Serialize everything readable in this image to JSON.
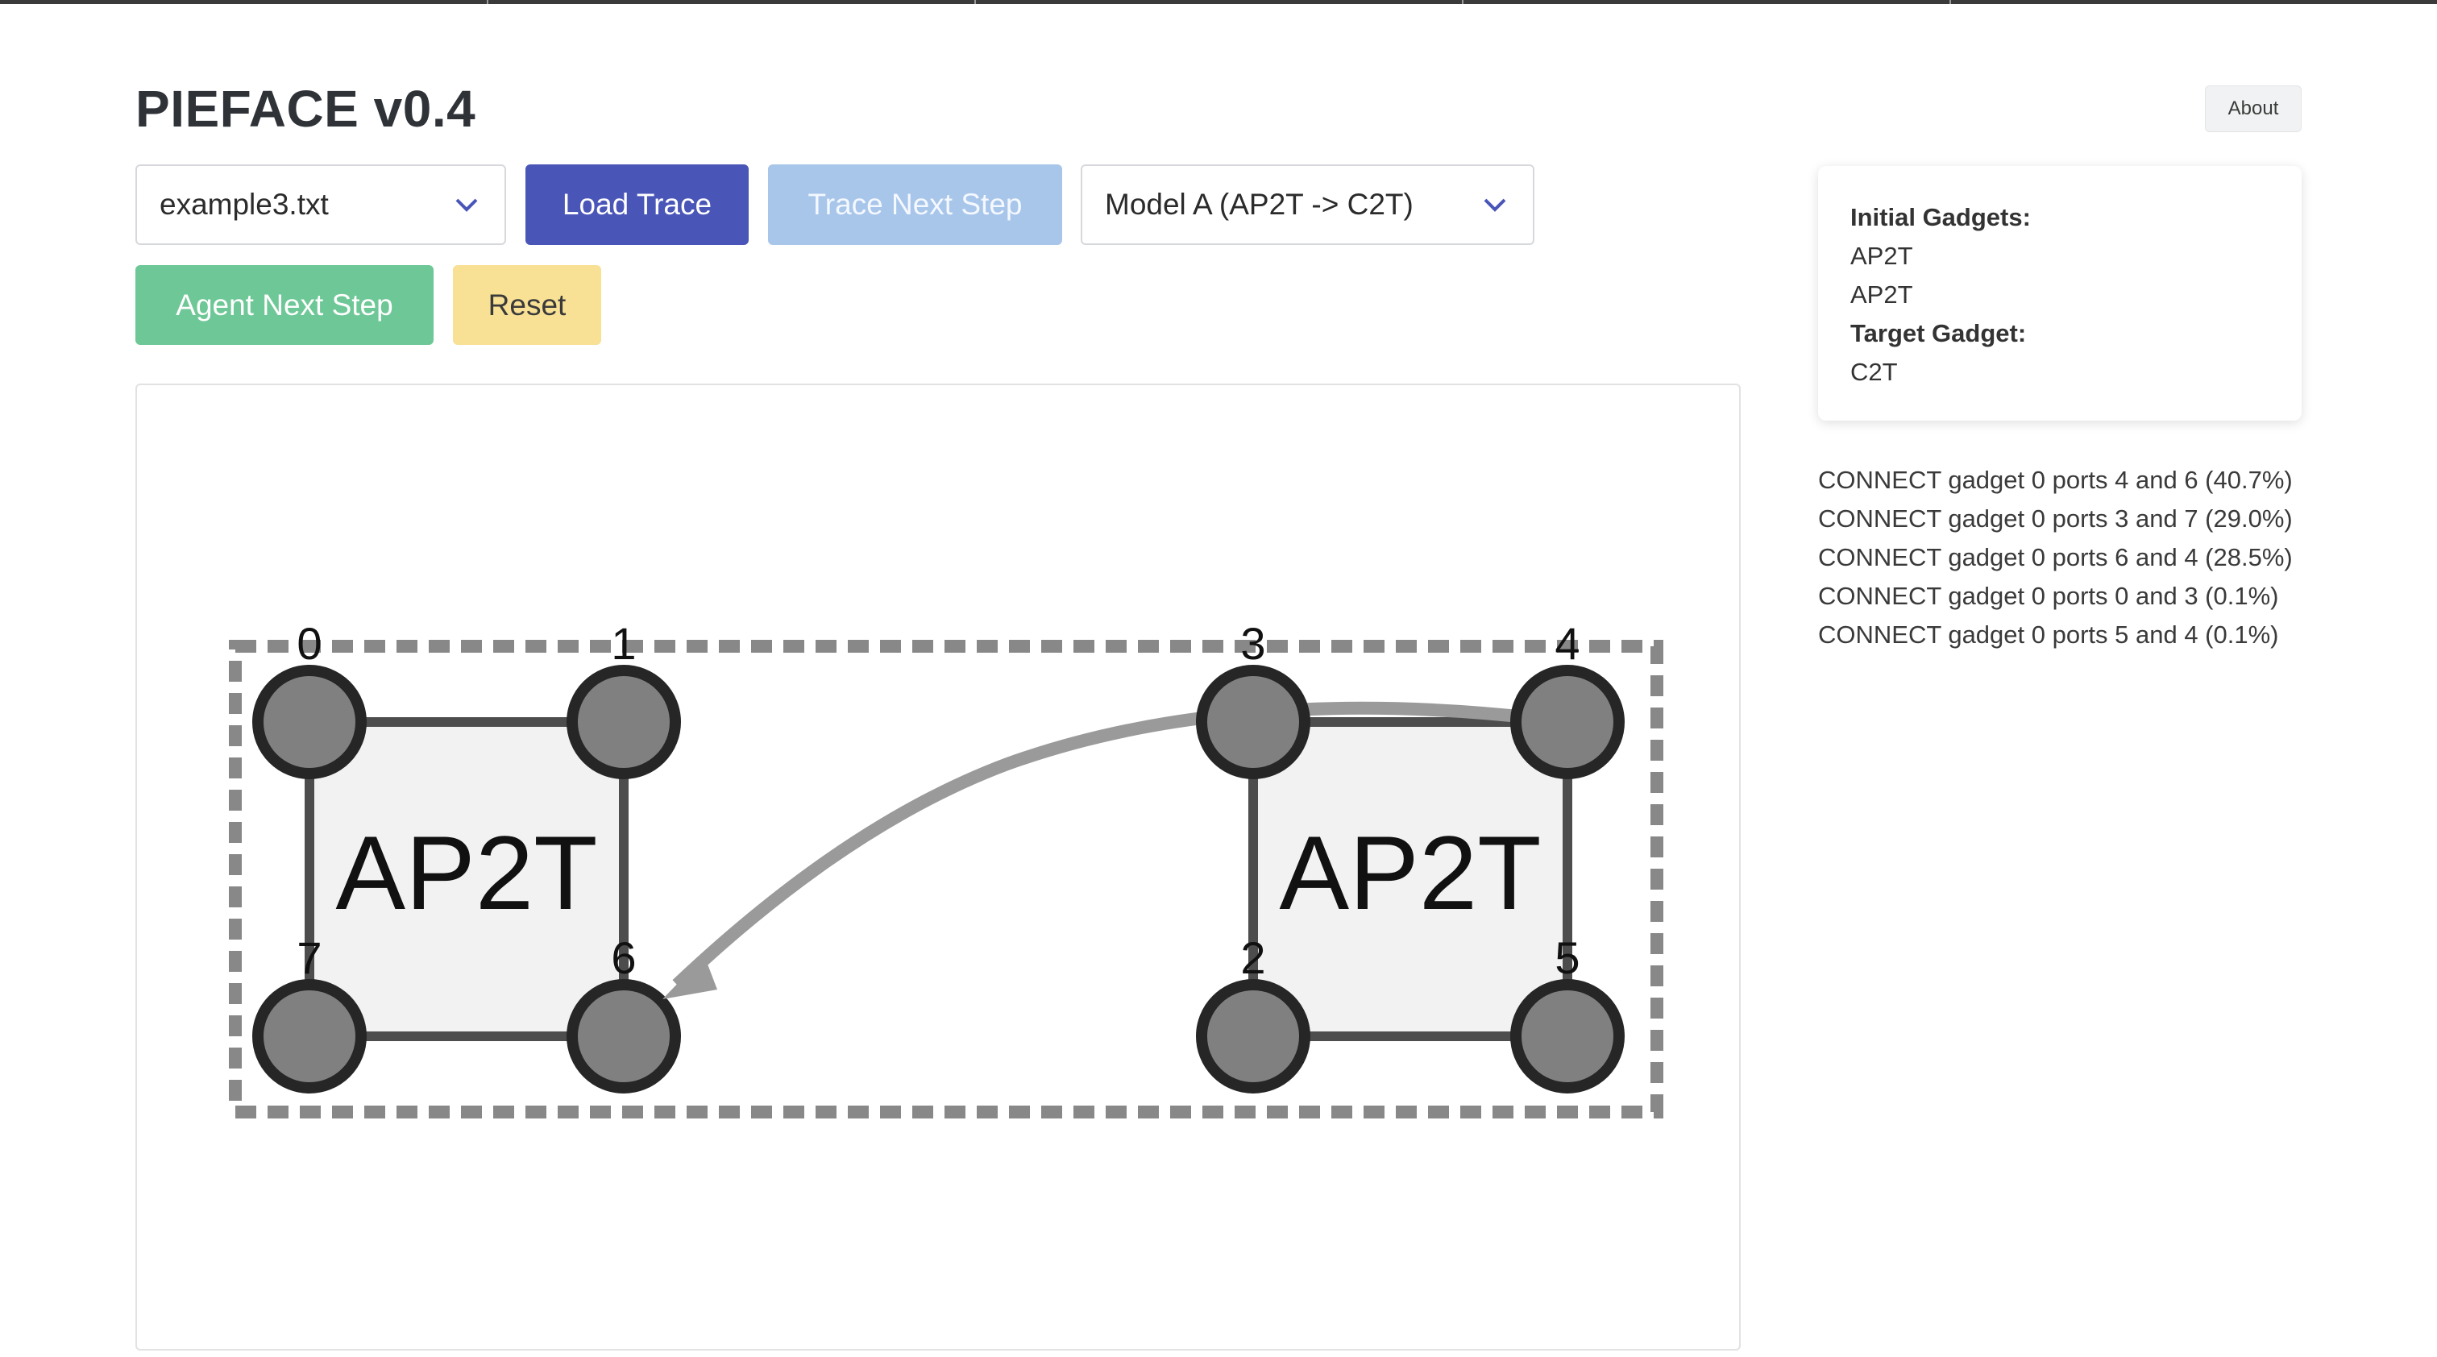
{
  "app": {
    "title": "PIEFACE v0.4",
    "about_label": "About"
  },
  "toolbar": {
    "file_select_value": "example3.txt",
    "load_trace_label": "Load Trace",
    "trace_next_step_label": "Trace Next Step",
    "model_select_value": "Model A (AP2T -> C2T)",
    "agent_next_step_label": "Agent Next Step",
    "reset_label": "Reset"
  },
  "gadgets_panel": {
    "initial_label": "Initial Gadgets:",
    "initial_gadgets": [
      "AP2T",
      "AP2T"
    ],
    "target_label": "Target Gadget:",
    "target_gadget": "C2T"
  },
  "suggested_moves": [
    "CONNECT gadget 0 ports 4 and 6 (40.7%)",
    "CONNECT gadget 0 ports 3 and 7 (29.0%)",
    "CONNECT gadget 0 ports 6 and 4 (28.5%)",
    "CONNECT gadget 0 ports 0 and 3 (0.1%)",
    "CONNECT gadget 0 ports 5 and 4 (0.1%)"
  ],
  "diagram": {
    "gadgets": [
      {
        "label": "AP2T",
        "ports": [
          "0",
          "1",
          "6",
          "7"
        ]
      },
      {
        "label": "AP2T",
        "ports": [
          "3",
          "4",
          "5",
          "2"
        ]
      }
    ],
    "arrow": {
      "from_port": "4",
      "to_port": "6"
    },
    "colors": {
      "node_fill": "#808080",
      "node_stroke": "#262626",
      "edge": "#4d4d4d",
      "gadget_fill": "#f2f2f2",
      "arrow": "#9a9a9a",
      "group_border": "#888888"
    }
  },
  "colors": {
    "primary": "#4a55b8",
    "trace_disabled": "#a8c5ea",
    "agent": "#6ec796",
    "reset": "#f8e095"
  }
}
